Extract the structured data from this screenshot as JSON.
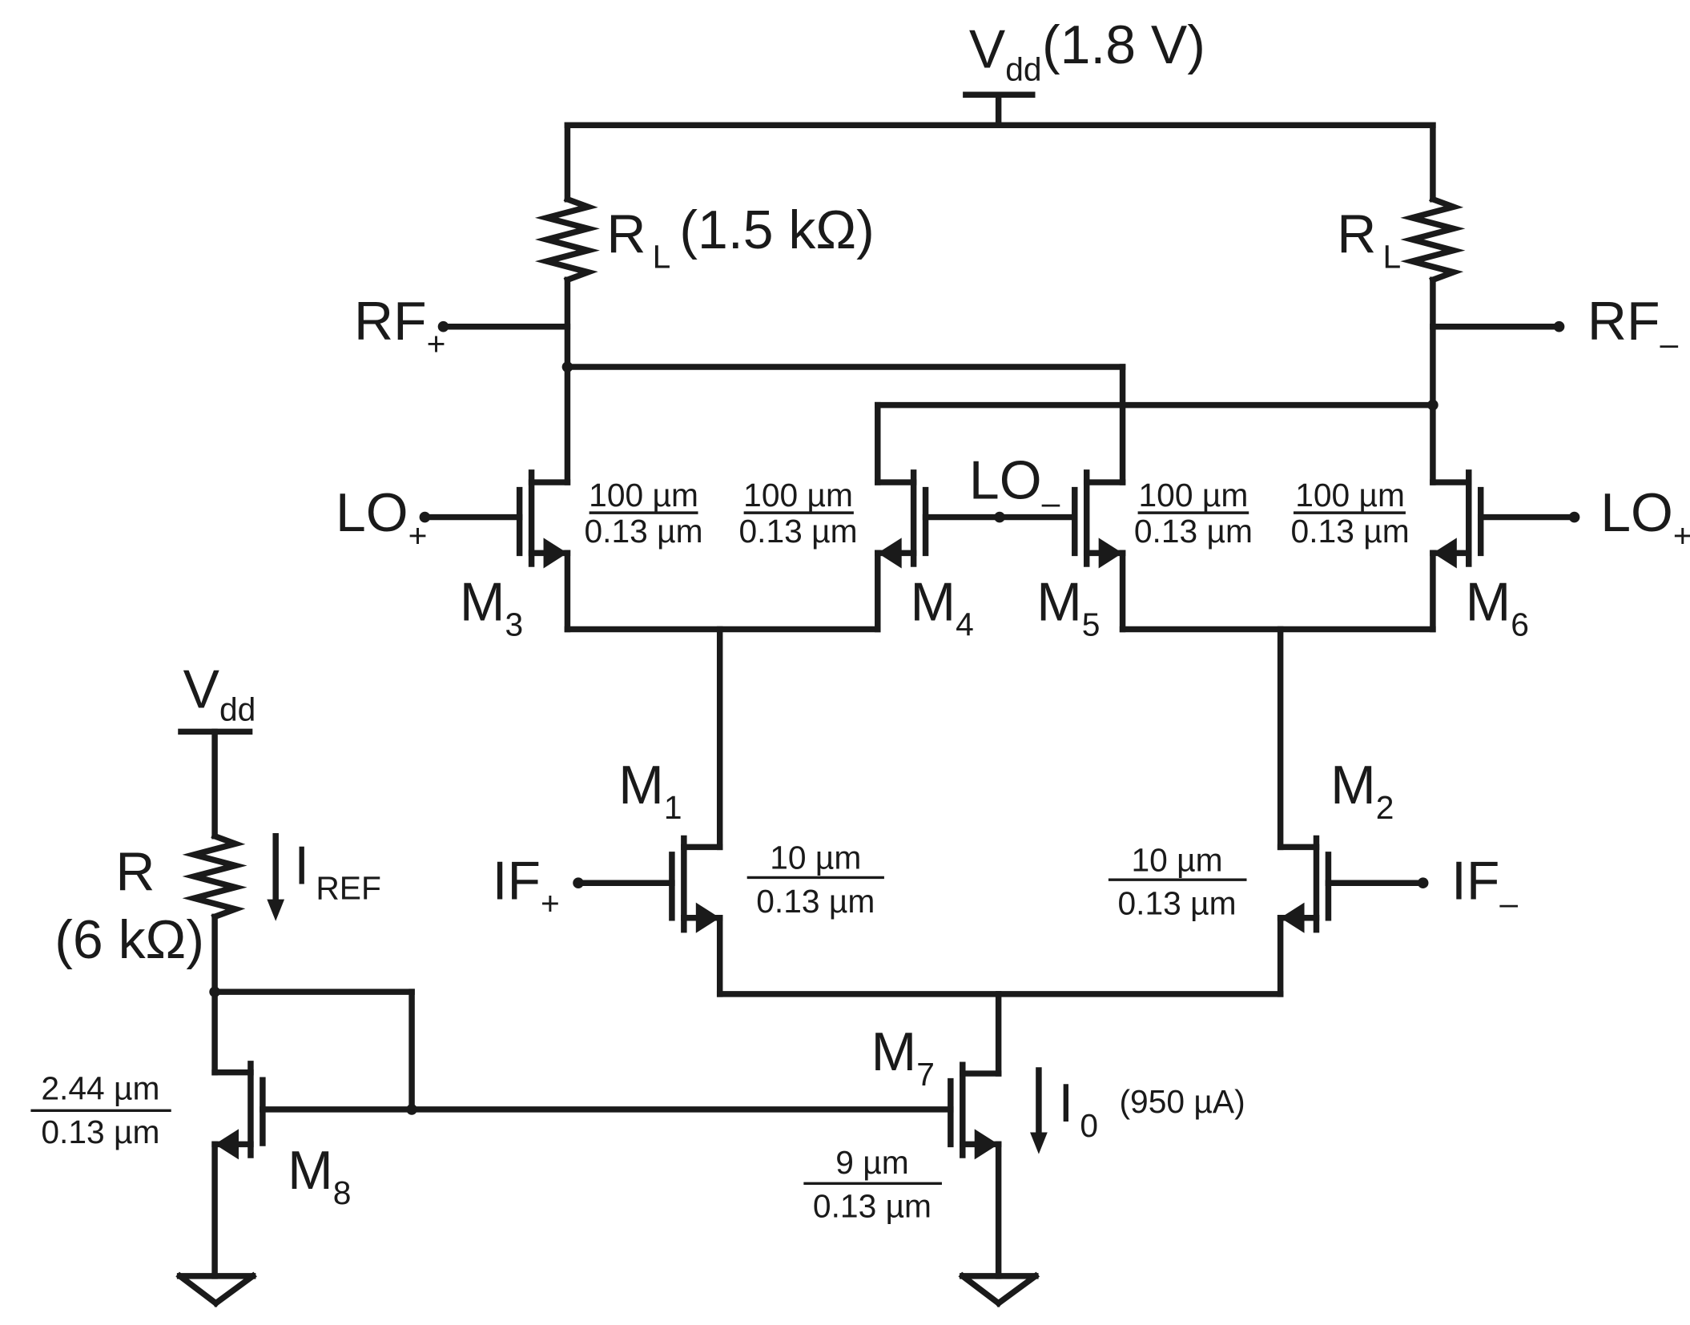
{
  "supply": {
    "name": "V",
    "sub": "dd",
    "value": "(1.8 V)"
  },
  "supply_ref": {
    "name": "V",
    "sub": "dd"
  },
  "load_left": {
    "name": "R",
    "sub": "L",
    "value": "(1.5 kΩ)"
  },
  "load_right": {
    "name": "R",
    "sub": "L"
  },
  "rf_plus": {
    "name": "RF",
    "sub": "+"
  },
  "rf_minus": {
    "name": "RF",
    "sub": "–"
  },
  "lo_plus_left": {
    "name": "LO",
    "sub": "+"
  },
  "lo_minus": {
    "name": "LO",
    "sub": "–"
  },
  "lo_plus_right": {
    "name": "LO",
    "sub": "+"
  },
  "if_plus": {
    "name": "IF",
    "sub": "+"
  },
  "if_minus": {
    "name": "IF",
    "sub": "–"
  },
  "m3": {
    "name": "M",
    "sub": "3",
    "w": "100 µm",
    "l": "0.13 µm"
  },
  "m4": {
    "name": "M",
    "sub": "4",
    "w": "100 µm",
    "l": "0.13 µm"
  },
  "m5": {
    "name": "M",
    "sub": "5",
    "w": "100 µm",
    "l": "0.13 µm"
  },
  "m6": {
    "name": "M",
    "sub": "6",
    "w": "100 µm",
    "l": "0.13 µm"
  },
  "m1": {
    "name": "M",
    "sub": "1",
    "w": "10 µm",
    "l": "0.13 µm"
  },
  "m2": {
    "name": "M",
    "sub": "2",
    "w": "10 µm",
    "l": "0.13 µm"
  },
  "m7": {
    "name": "M",
    "sub": "7",
    "w": "9 µm",
    "l": "0.13 µm"
  },
  "m8": {
    "name": "M",
    "sub": "8",
    "w": "2.44 µm",
    "l": "0.13 µm"
  },
  "bias_resistor": {
    "name": "R",
    "value": "(6 kΩ)"
  },
  "iref": {
    "name": "I",
    "sub": "REF"
  },
  "i0": {
    "name": "I",
    "sub": "0",
    "value": "(950 µA)"
  }
}
